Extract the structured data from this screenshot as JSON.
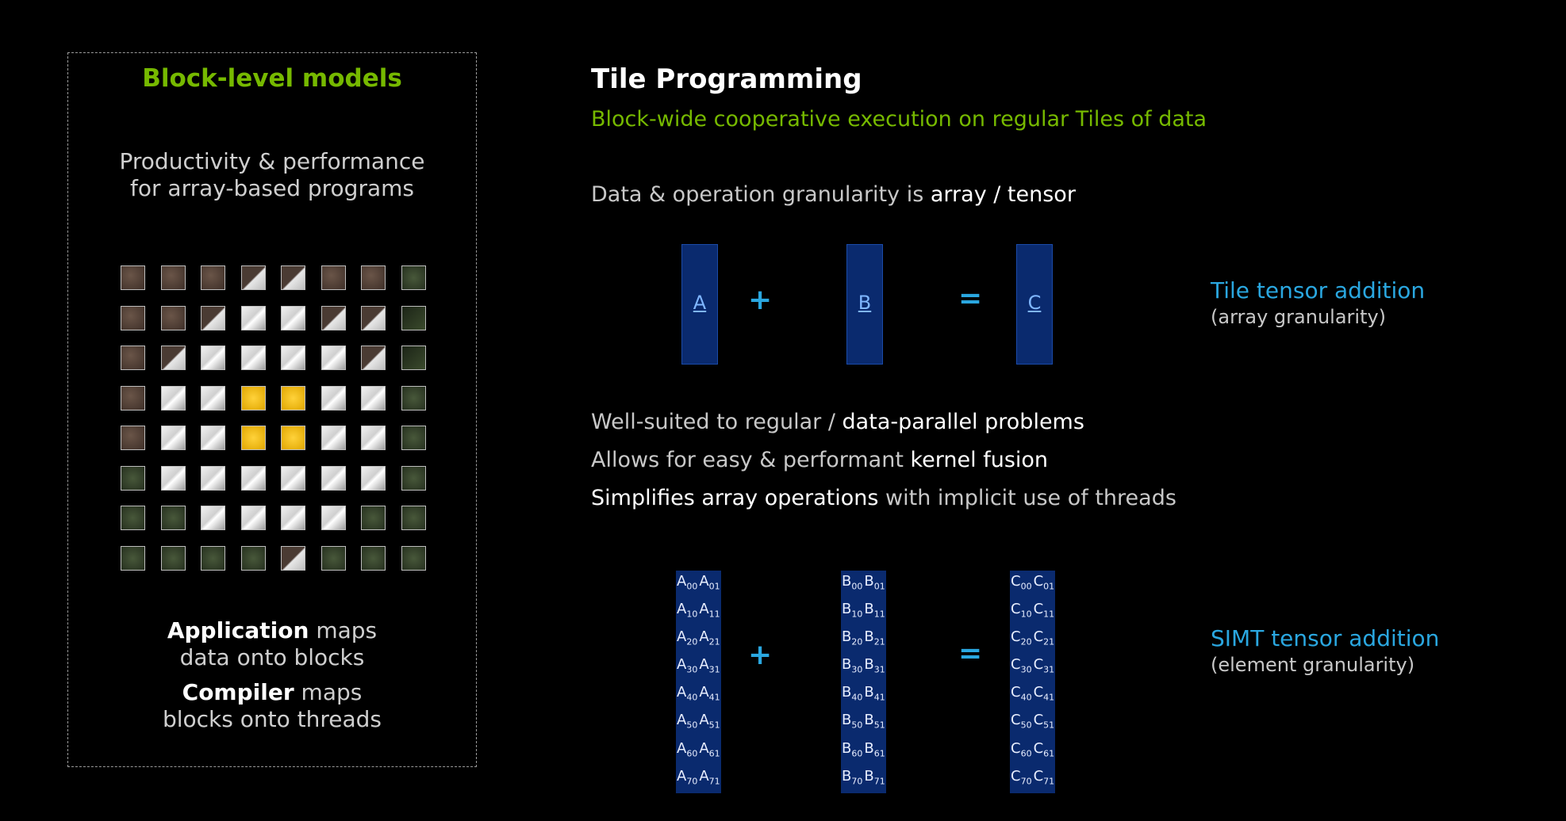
{
  "left_panel": {
    "title": "Block-level models",
    "subtitle_line1": "Productivity & performance",
    "subtitle_line2": "for array-based programs",
    "line1_bold": "Application",
    "line1_rest": " maps",
    "line2": "data onto blocks",
    "line3_bold": "Compiler",
    "line3_rest": " maps",
    "line4": "blocks onto threads"
  },
  "main": {
    "title": "Tile Programming",
    "subtitle": "Block-wide cooperative execution on regular Tiles of data",
    "granularity_prefix": "Data & operation granularity is ",
    "granularity_emph": "array / tensor"
  },
  "tile_addition": {
    "a": "A",
    "plus": "+",
    "b": "B",
    "equals": "=",
    "c": "C",
    "title": "Tile tensor addition",
    "note": "(array granularity)"
  },
  "bullets": {
    "b1_prefix": "Well-suited to regular / ",
    "b1_emph": "data-parallel problems",
    "b2_prefix": "Allows for easy & performant ",
    "b2_emph": "kernel fusion",
    "b3_emph": "Simplifies array operations",
    "b3_rest": " with implicit use of threads"
  },
  "simt_addition": {
    "plus": "+",
    "equals": "=",
    "title": "SIMT tensor addition",
    "note": "(element granularity)",
    "rows": [
      "0",
      "1",
      "2",
      "3",
      "4",
      "5",
      "6",
      "7"
    ],
    "cols": [
      "0",
      "1"
    ],
    "a": "A",
    "b": "B",
    "c": "C"
  },
  "colors": {
    "accent_green": "#76b900",
    "accent_blue": "#2aa7e0",
    "tile_blue": "#0a2a6e"
  }
}
